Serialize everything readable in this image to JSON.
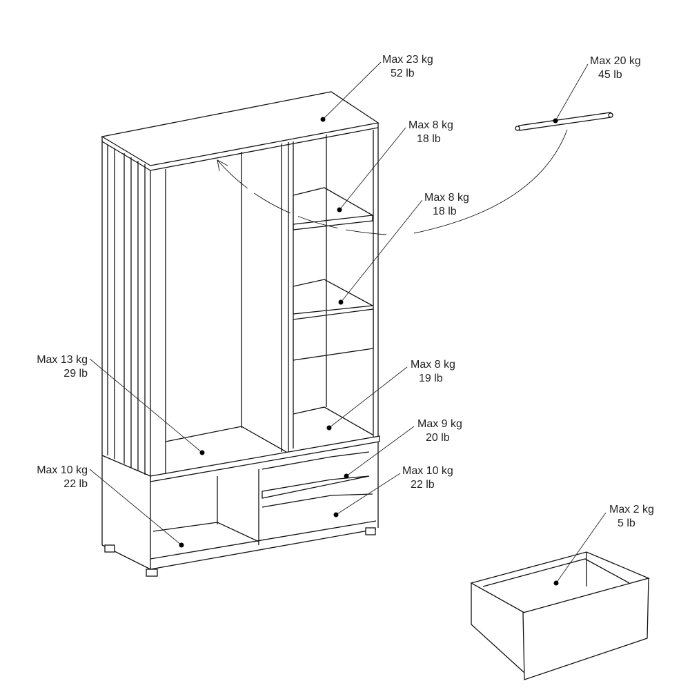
{
  "labels": [
    {
      "id": "top",
      "kg": "Max 23 kg",
      "lb": "52 lb"
    },
    {
      "id": "rail",
      "kg": "Max 20 kg",
      "lb": "45 lb"
    },
    {
      "id": "shelf1",
      "kg": "Max 8 kg",
      "lb": "18 lb"
    },
    {
      "id": "shelf2",
      "kg": "Max 8 kg",
      "lb": "18 lb"
    },
    {
      "id": "hanging-floor",
      "kg": "Max 13 kg",
      "lb": "29 lb"
    },
    {
      "id": "shelf3",
      "kg": "Max 8 kg",
      "lb": "19 lb"
    },
    {
      "id": "lower-shelf",
      "kg": "Max 9 kg",
      "lb": "20 lb"
    },
    {
      "id": "lower-left",
      "kg": "Max 10 kg",
      "lb": "22 lb"
    },
    {
      "id": "lower-right",
      "kg": "Max 10 kg",
      "lb": "22 lb"
    },
    {
      "id": "drawer",
      "kg": "Max 2 kg",
      "lb": "5 lb"
    }
  ]
}
